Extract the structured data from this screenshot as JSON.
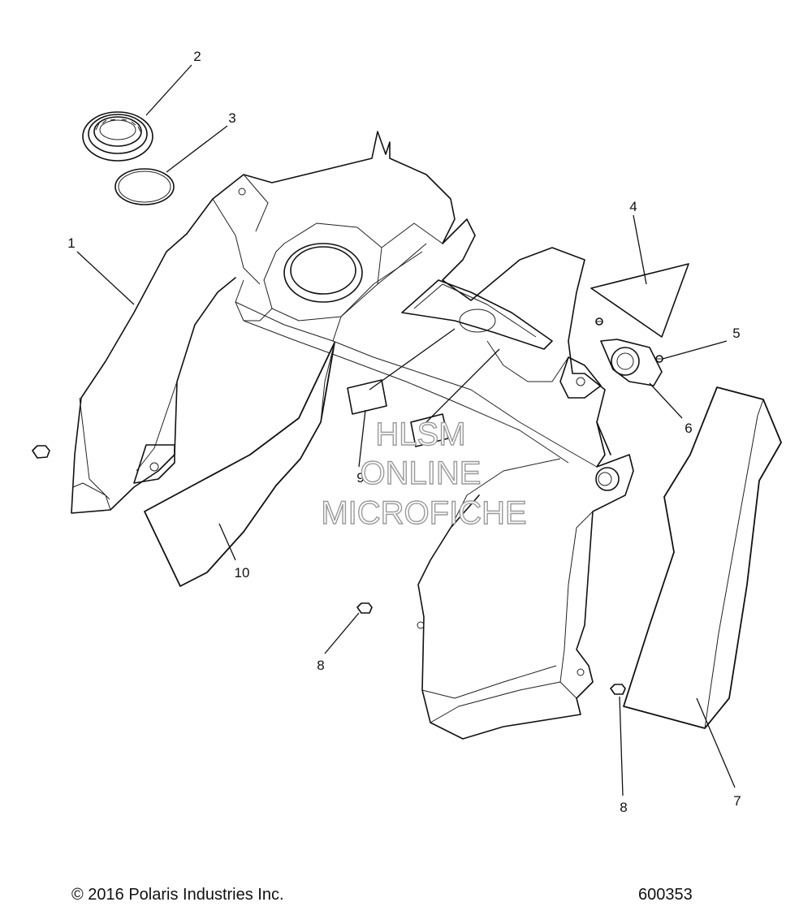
{
  "callouts": [
    {
      "id": "1",
      "label": "1"
    },
    {
      "id": "2",
      "label": "2"
    },
    {
      "id": "3",
      "label": "3"
    },
    {
      "id": "4",
      "label": "4"
    },
    {
      "id": "5",
      "label": "5"
    },
    {
      "id": "6",
      "label": "6"
    },
    {
      "id": "7",
      "label": "7"
    },
    {
      "id": "8a",
      "label": "8"
    },
    {
      "id": "8b",
      "label": "8"
    },
    {
      "id": "9",
      "label": "9"
    },
    {
      "id": "10",
      "label": "10"
    }
  ],
  "watermark": {
    "line1": "HLSM",
    "line2": "ONLINE",
    "line3": "MICROFICHE"
  },
  "footer": {
    "copyright": "© 2016 Polaris Industries Inc.",
    "figure_number": "600353"
  }
}
